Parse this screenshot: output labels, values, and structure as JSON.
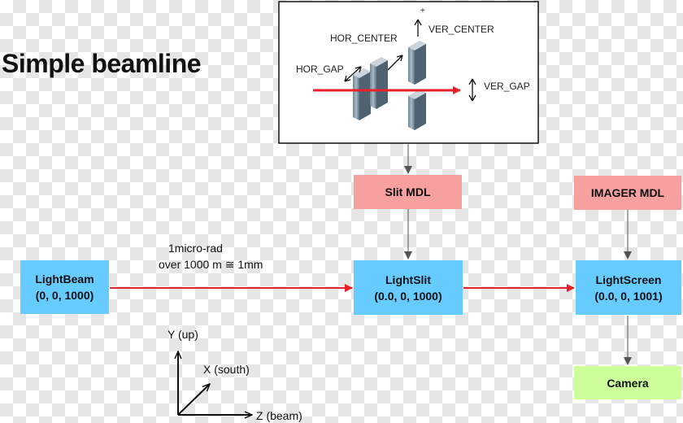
{
  "title": "Simple beamline",
  "inset": {
    "hor_center": "HOR_CENTER",
    "hor_gap": "HOR_GAP",
    "ver_center": "VER_CENTER",
    "ver_gap": "VER_GAP",
    "plus": "+"
  },
  "nodes": {
    "slit_mdl": "Slit MDL",
    "imager_mdl": "IMAGER MDL",
    "lightbeam_name": "LightBeam",
    "lightbeam_coords": "(0, 0, 1000)",
    "lightslit_name": "LightSlit",
    "lightslit_coords": "(0.0, 0, 1000)",
    "lightscreen_name": "LightScreen",
    "lightscreen_coords": "(0.0, 0, 1001)",
    "camera": "Camera"
  },
  "beam_note": {
    "line1": "1micro-rad",
    "line2": "over 1000 m ≅ 1mm"
  },
  "axes": {
    "y": "Y (up)",
    "x": "X (south)",
    "z": "Z (beam)"
  },
  "colors": {
    "node_blue": "#66ccff",
    "mdl_pink": "#f6a0a0",
    "camera_green": "#ccff99",
    "beam_red": "#e8202a"
  }
}
